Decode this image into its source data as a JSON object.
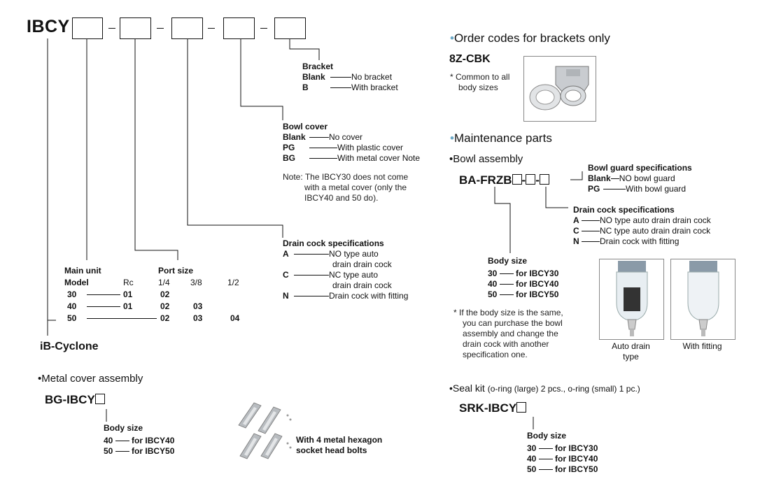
{
  "model": {
    "prefix": "IBCY",
    "series_name": "iB-Cyclone"
  },
  "bracket": {
    "heading": "Bracket",
    "rows": [
      {
        "code": "Blank",
        "desc": "No bracket"
      },
      {
        "code": "B",
        "desc": "With bracket"
      }
    ]
  },
  "bowl_cover": {
    "heading": "Bowl cover",
    "rows": [
      {
        "code": "Blank",
        "desc": "No cover"
      },
      {
        "code": "PG",
        "desc": "With plastic cover"
      },
      {
        "code": "BG",
        "desc": "With metal cover Note"
      }
    ],
    "note_label": "Note:",
    "note_lines": [
      "The IBCY30 does not come",
      "with a metal cover (only the",
      "IBCY40 and 50 do)."
    ]
  },
  "drain_cock": {
    "heading": "Drain cock specifications",
    "rows": [
      {
        "code": "A",
        "desc1": "NO type auto",
        "desc2": "drain drain cock"
      },
      {
        "code": "C",
        "desc1": "NC type auto",
        "desc2": "drain drain cock"
      },
      {
        "code": "N",
        "desc1": "Drain cock with fitting",
        "desc2": ""
      }
    ]
  },
  "main_unit": {
    "heading1": "Main unit",
    "heading2": "Port size",
    "col_model": "Model",
    "col_rc": "Rc",
    "col_14": "1/4",
    "col_38": "3/8",
    "col_12": "1/2",
    "rows": [
      {
        "model": "30",
        "p14": "01",
        "p38": "02",
        "p12": ""
      },
      {
        "model": "40",
        "p14": "01",
        "p38": "02",
        "p12": "03"
      },
      {
        "model": "50",
        "p14": "",
        "p38": "02",
        "p12": "03",
        "p_extra": "04"
      }
    ]
  },
  "metal_cover": {
    "title": "Metal cover assembly",
    "code": "BG-IBCY",
    "body_size_label": "Body size",
    "rows": [
      {
        "size": "40",
        "desc": "for IBCY40"
      },
      {
        "size": "50",
        "desc": "for IBCY50"
      }
    ],
    "bolts_line1": "With 4 metal hexagon",
    "bolts_line2": "socket head bolts"
  },
  "brackets_only": {
    "title": "Order codes for brackets only",
    "code": "8Z-CBK",
    "note_mark": "*",
    "note_lines": [
      "Common to all",
      "body sizes"
    ]
  },
  "maintenance": {
    "title": "Maintenance parts",
    "bowl_assembly_title": "Bowl assembly",
    "code": "BA-FRZB",
    "guard_heading": "Bowl guard specifications",
    "guard_rows": [
      {
        "code": "Blank",
        "desc": "NO bowl guard"
      },
      {
        "code": "PG",
        "desc": "With bowl guard"
      }
    ],
    "drain_heading": "Drain cock specifications",
    "drain_rows": [
      {
        "code": "A",
        "desc": "NO type auto drain drain cock"
      },
      {
        "code": "C",
        "desc": "NC type auto drain drain cock"
      },
      {
        "code": "N",
        "desc": "Drain cock with fitting"
      }
    ],
    "body_size_label": "Body size",
    "body_rows": [
      {
        "size": "30",
        "desc": "for IBCY30"
      },
      {
        "size": "40",
        "desc": "for IBCY40"
      },
      {
        "size": "50",
        "desc": "for IBCY50"
      }
    ],
    "note_mark": "*",
    "note_lines": [
      "If the body size is the same,",
      "you can purchase the bowl",
      "assembly and change the",
      "drain cock with another",
      "specification one."
    ],
    "photo1_caption1": "Auto drain",
    "photo1_caption2": "type",
    "photo2_caption": "With fitting"
  },
  "seal_kit": {
    "title_bold": "Seal kit",
    "title_rest": "(o-ring (large) 2 pcs., o-ring (small) 1 pc.)",
    "code": "SRK-IBCY",
    "body_size_label": "Body size",
    "rows": [
      {
        "size": "30",
        "desc": "for IBCY30"
      },
      {
        "size": "40",
        "desc": "for IBCY40"
      },
      {
        "size": "50",
        "desc": "for IBCY50"
      }
    ]
  }
}
